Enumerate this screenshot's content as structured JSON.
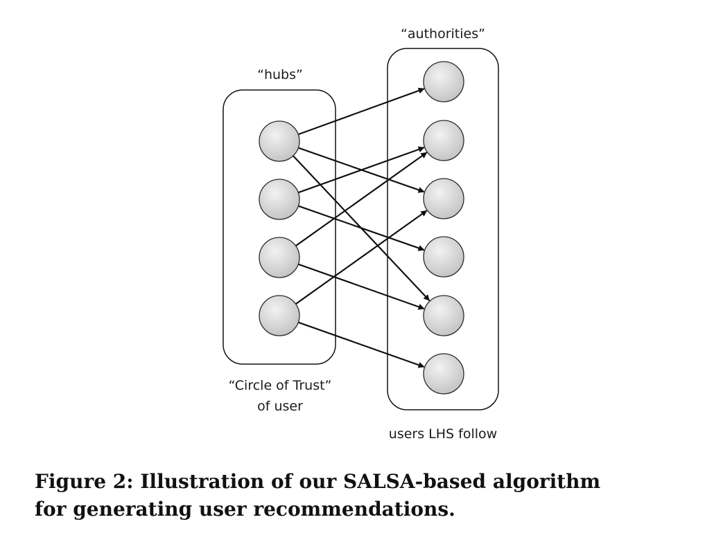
{
  "figure": {
    "labels": {
      "hubs": "“hubs”",
      "authorities": "“authorities”",
      "circle_line1": "“Circle of Trust”",
      "circle_line2": "of user",
      "users_follow": "users LHS follow"
    },
    "hubs": [
      "h1",
      "h2",
      "h3",
      "h4"
    ],
    "authorities": [
      "a1",
      "a2",
      "a3",
      "a4",
      "a5",
      "a6"
    ],
    "edges": [
      {
        "from": "h1",
        "to": "a1"
      },
      {
        "from": "h1",
        "to": "a3"
      },
      {
        "from": "h1",
        "to": "a5"
      },
      {
        "from": "h2",
        "to": "a2"
      },
      {
        "from": "h2",
        "to": "a4"
      },
      {
        "from": "h3",
        "to": "a2"
      },
      {
        "from": "h3",
        "to": "a5"
      },
      {
        "from": "h4",
        "to": "a3"
      },
      {
        "from": "h4",
        "to": "a6"
      }
    ]
  },
  "caption": {
    "line1": "Figure 2: Illustration of our SALSA-based algorithm",
    "line2": "for generating user recommendations."
  }
}
